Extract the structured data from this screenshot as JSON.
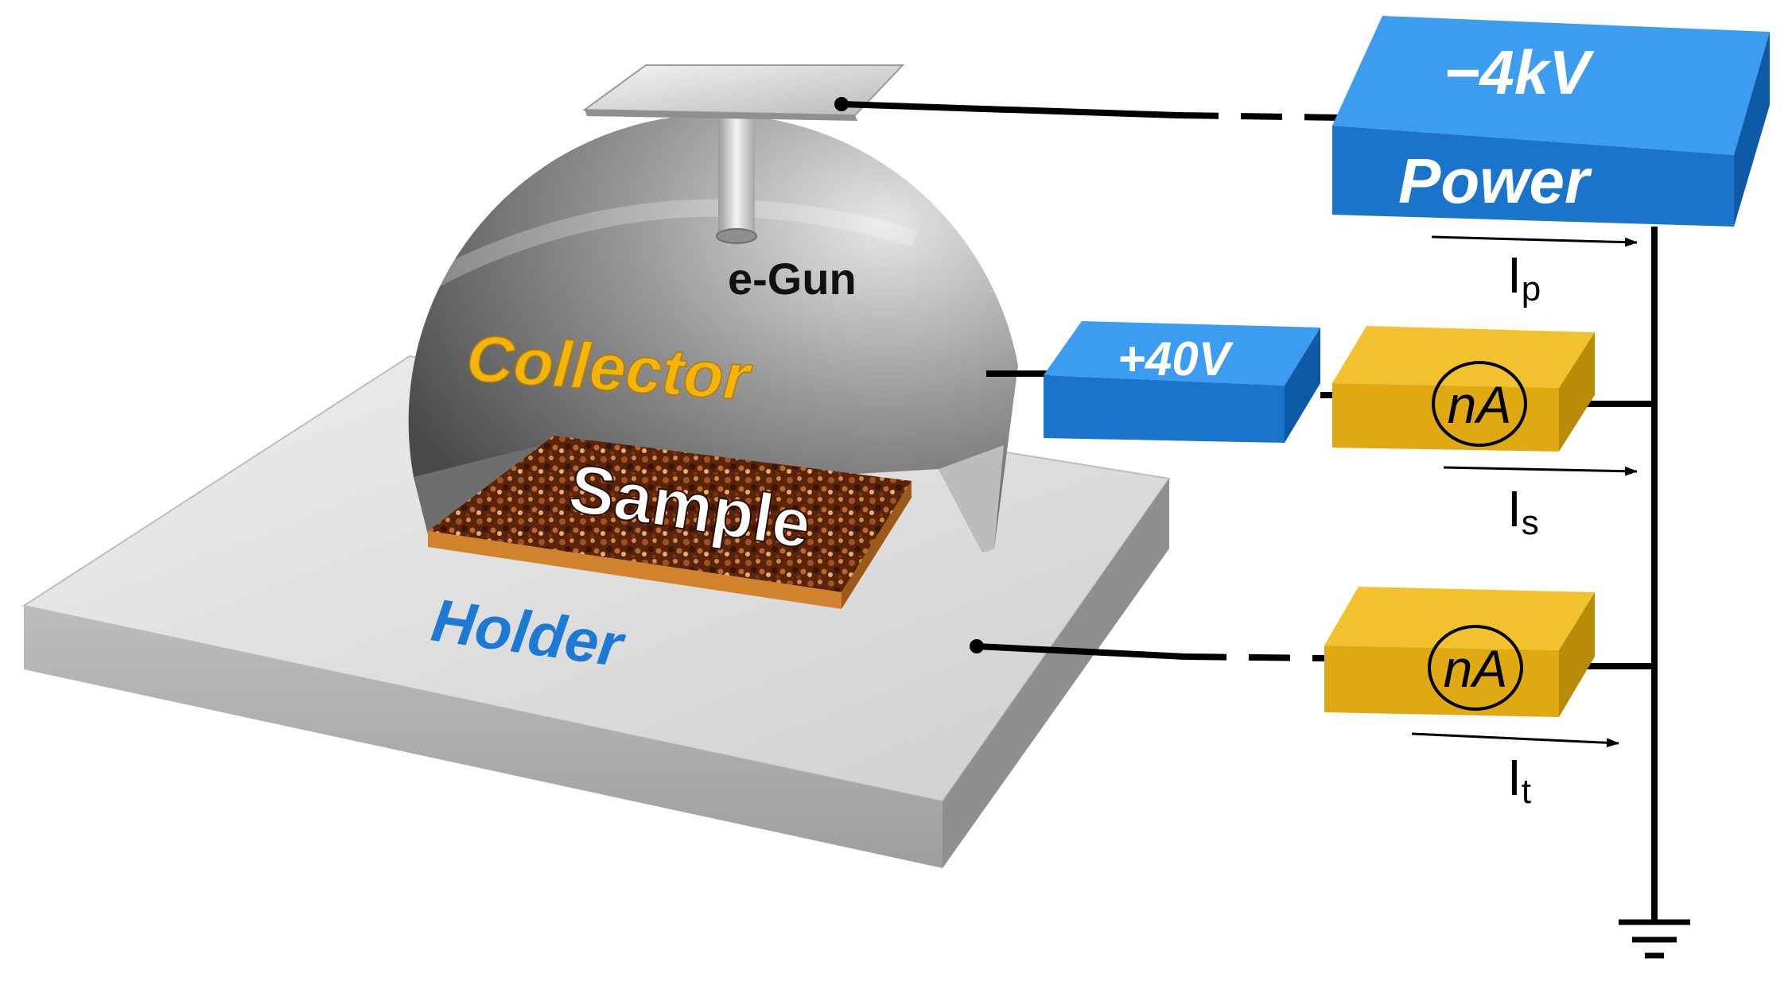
{
  "labels": {
    "egun": "e-Gun",
    "collector": "Collector",
    "sample": "Sample",
    "holder": "Holder",
    "power_voltage": "−4kV",
    "power": "Power",
    "bias_voltage": "+40V",
    "meter_unit": "nA",
    "current_primary": {
      "main": "I",
      "sub": "p"
    },
    "current_sample": {
      "main": "I",
      "sub": "s"
    },
    "current_total": {
      "main": "I",
      "sub": "t"
    }
  },
  "colors": {
    "box_blue": "#1f7fd6",
    "box_yellow": "#e6ae14",
    "label_orange": "#f5b40c",
    "label_blue": "#1c7ad4",
    "wire": "#000000",
    "holder_gray": "#c8c8c8",
    "sample_brown": "#6b2a10"
  }
}
